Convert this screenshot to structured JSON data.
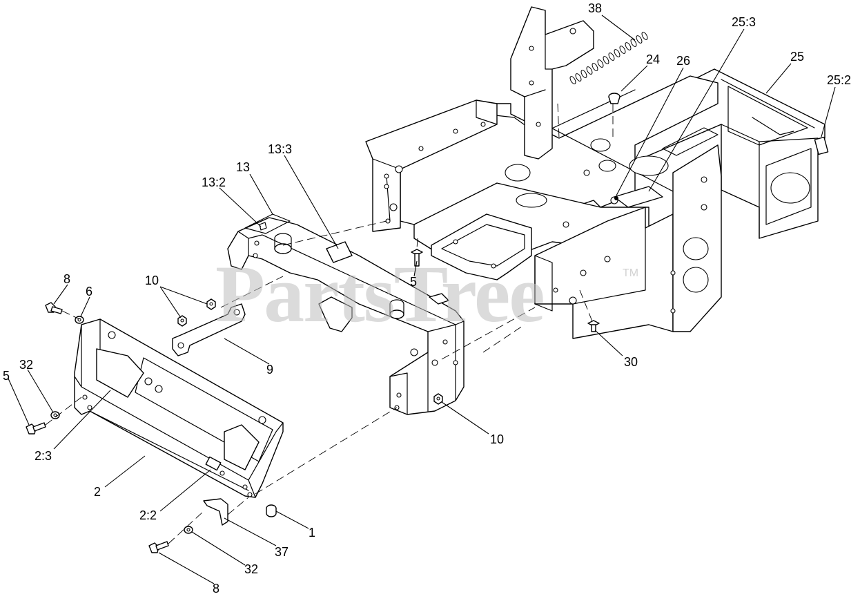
{
  "watermark": {
    "text": "PartsTree",
    "tm": "TM"
  },
  "callouts": {
    "c38": "38",
    "c24": "24",
    "c26": "26",
    "c25_3": "25:3",
    "c25": "25",
    "c25_2": "25:2",
    "c13_3": "13:3",
    "c13": "13",
    "c13_2": "13:2",
    "c10_top": "10",
    "c8_top": "8",
    "c6": "6",
    "c5_mid": "5",
    "c9": "9",
    "c30": "30",
    "c32_left": "32",
    "c5_left": "5",
    "c10_right": "10",
    "c2_3": "2:3",
    "c2": "2",
    "c2_2": "2:2",
    "c1": "1",
    "c37": "37",
    "c32_bottom": "32",
    "c8_bottom": "8"
  }
}
